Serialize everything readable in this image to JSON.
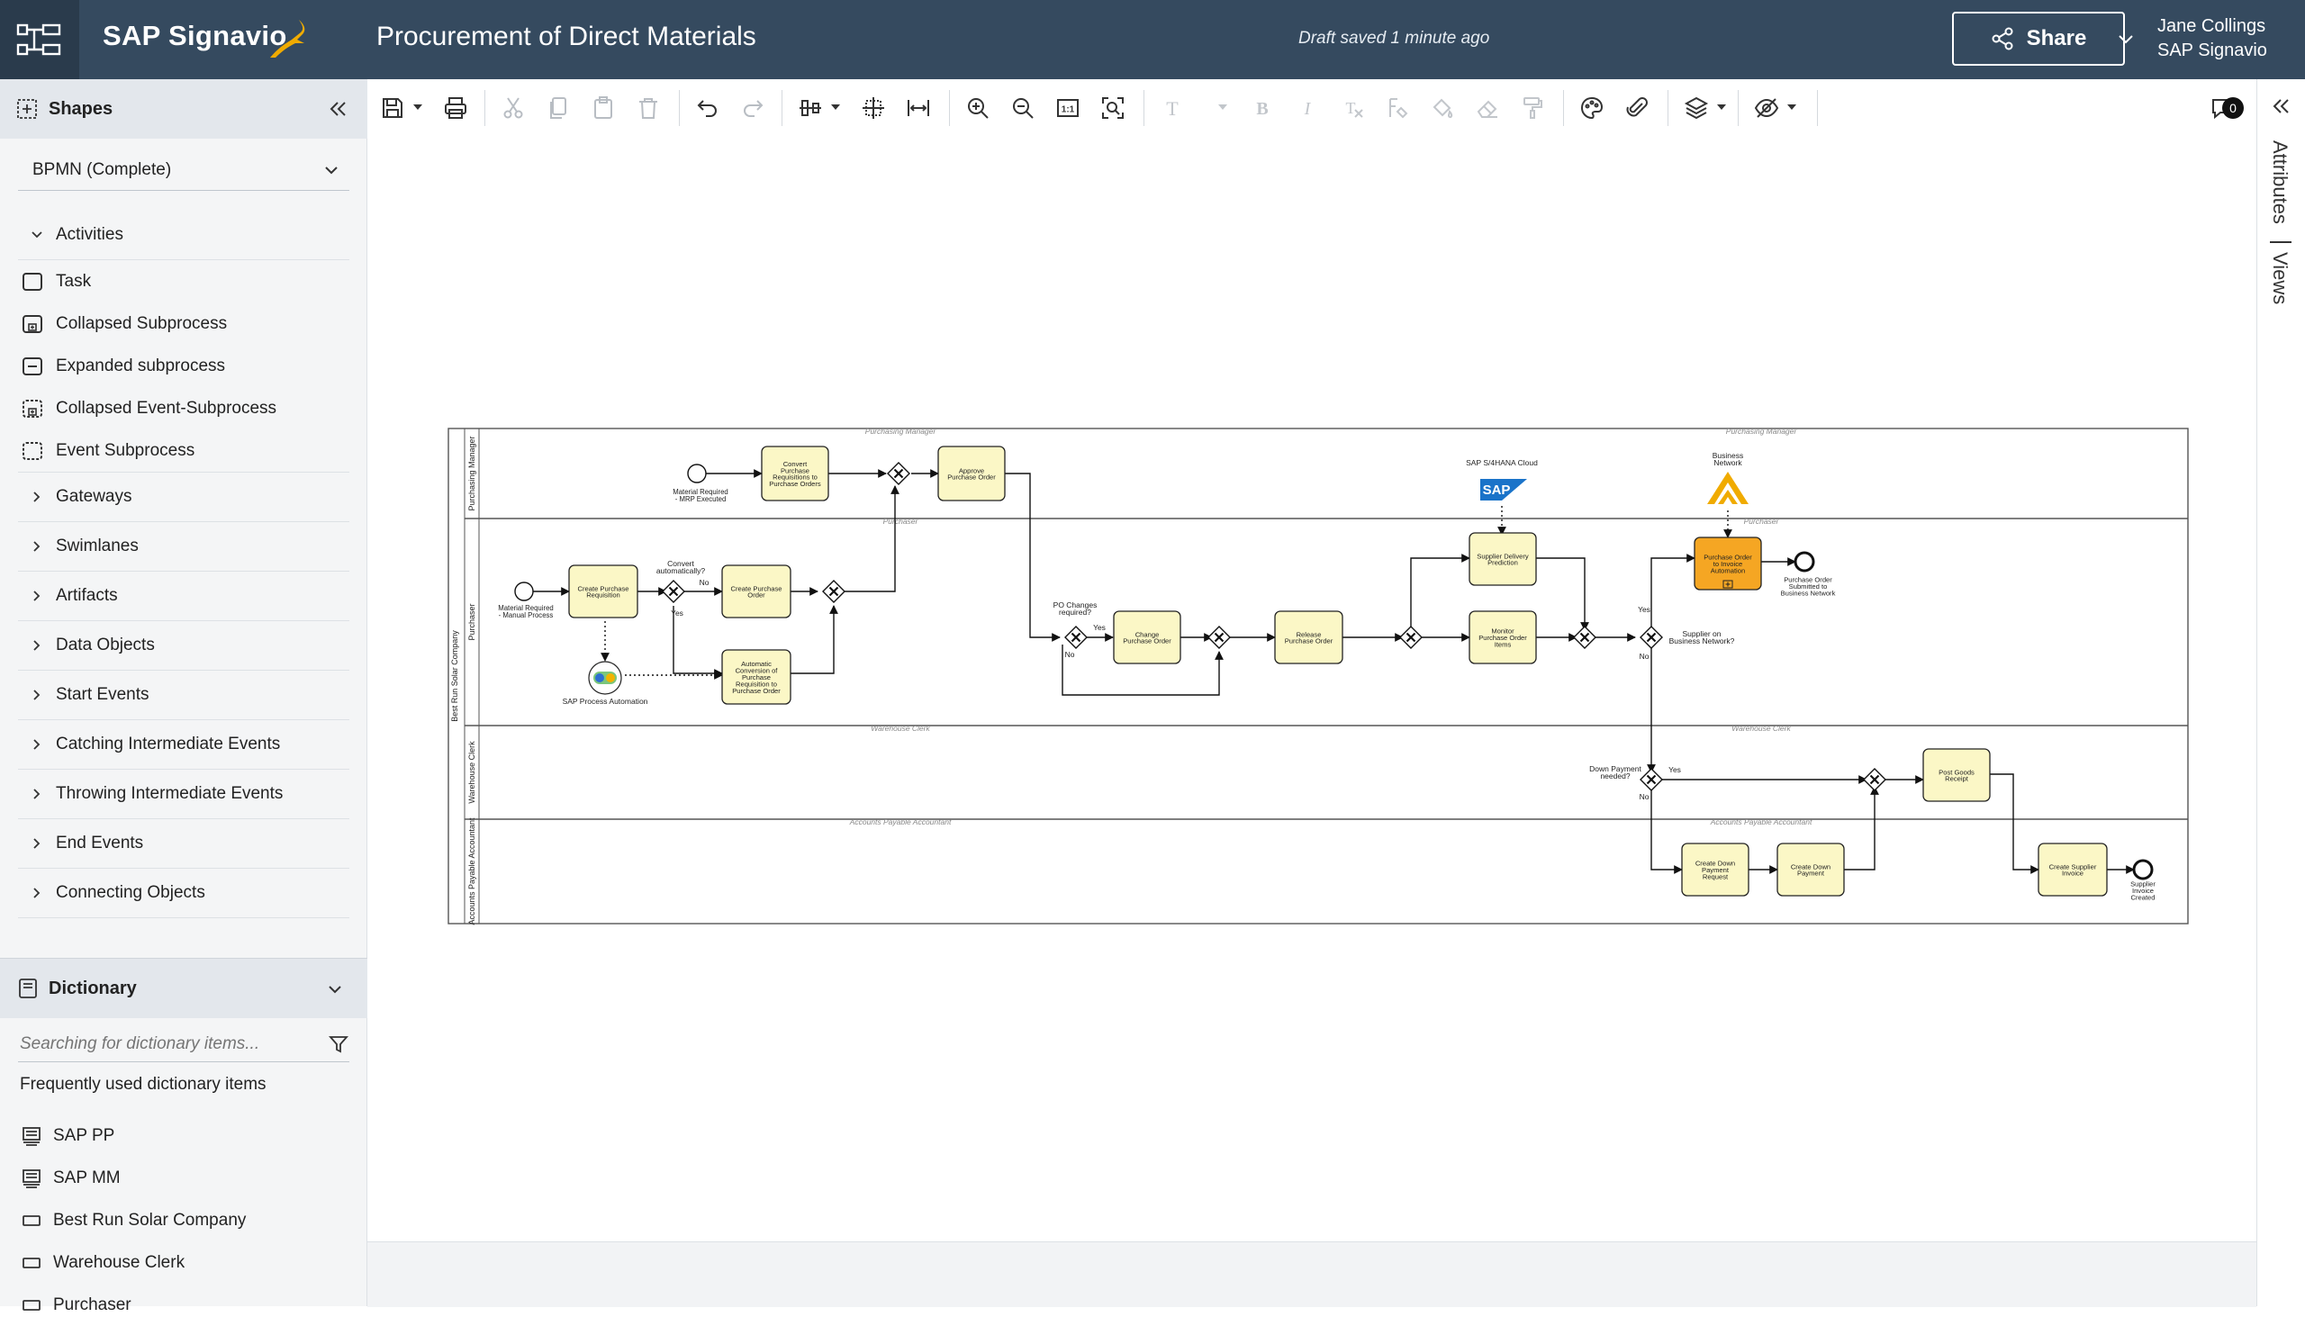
{
  "header": {
    "brand": "SAP Signavio",
    "title": "Procurement of Direct Materials",
    "draft_status": "Draft saved 1 minute ago",
    "share_label": "Share",
    "user_name": "Jane Collings",
    "user_org": "SAP Signavio",
    "bg_color": "#354a5f"
  },
  "shapes_panel": {
    "title": "Shapes",
    "notation": "BPMN (Complete)",
    "activities": {
      "label": "Activities",
      "items": [
        {
          "label": "Task",
          "icon": "task-icon"
        },
        {
          "label": "Collapsed Subprocess",
          "icon": "collapsed-subprocess-icon"
        },
        {
          "label": "Expanded subprocess",
          "icon": "expanded-subprocess-icon"
        },
        {
          "label": "Collapsed Event-Subprocess",
          "icon": "collapsed-event-subprocess-icon"
        },
        {
          "label": "Event Subprocess",
          "icon": "event-subprocess-icon"
        }
      ]
    },
    "categories": [
      "Gateways",
      "Swimlanes",
      "Artifacts",
      "Data Objects",
      "Start Events",
      "Catching Intermediate Events",
      "Throwing Intermediate Events",
      "End Events",
      "Connecting Objects"
    ]
  },
  "dictionary": {
    "title": "Dictionary",
    "search_placeholder": "Searching for dictionary items...",
    "frequent_label": "Frequently used dictionary items",
    "items": [
      {
        "label": "SAP PP",
        "icon": "system-icon"
      },
      {
        "label": "SAP MM",
        "icon": "system-icon"
      },
      {
        "label": "Best Run Solar Company",
        "icon": "org-unit-icon"
      },
      {
        "label": "Warehouse Clerk",
        "icon": "role-icon"
      },
      {
        "label": "Purchaser",
        "icon": "role-icon"
      }
    ]
  },
  "toolbar": {
    "comment_count": "0"
  },
  "right_rail": {
    "attributes_label": "Attributes",
    "views_label": "Views"
  },
  "diagram": {
    "pool": "Best Run Solar Company",
    "lanes": [
      "Purchasing Manager",
      "Purchaser",
      "Warehouse Clerk",
      "Accounts Payable Accountant"
    ],
    "lane_header_labels": {
      "pm": "Purchasing Manager",
      "purchaser": "Purchaser",
      "wh": "Warehouse Clerk",
      "ap": "Accounts Payable Accountant"
    },
    "task_color": "#fbf7c6",
    "highlight_color": "#f5a623",
    "tasks": {
      "convert": [
        "Convert",
        "Purchase",
        "Requisitions to",
        "Purchase Orders"
      ],
      "approve": [
        "Approve",
        "Purchase Order"
      ],
      "create_pr": [
        "Create Purchase",
        "Requisition"
      ],
      "create_po": [
        "Create Purchase",
        "Order"
      ],
      "auto_conv": [
        "Automatic",
        "Conversion of",
        "Purchase",
        "Requisition to",
        "Purchase Order"
      ],
      "change_po": [
        "Change",
        "Purchase Order"
      ],
      "release_po": [
        "Release",
        "Purchase Order"
      ],
      "sup_pred": [
        "Supplier Delivery",
        "Prediction"
      ],
      "monitor": [
        "Monitor",
        "Purchase Order",
        "Items"
      ],
      "po_inv": [
        "Purchase Order",
        "to Invoice",
        "Automation"
      ],
      "post_gr": [
        "Post Goods",
        "Receipt"
      ],
      "dp_req": [
        "Create Down",
        "Payment",
        "Request"
      ],
      "dp_pay": [
        "Create Down",
        "Payment"
      ],
      "sup_inv": [
        "Create Supplier",
        "Invoice"
      ]
    },
    "events": {
      "start1": [
        "Material Required",
        "- MRP Executed"
      ],
      "start2": [
        "Material Required",
        "- Manual Process"
      ],
      "end1": [
        "Purchase Order",
        "Submitted to",
        "Business Network"
      ],
      "end2": [
        "Supplier",
        "Invoice",
        "Created"
      ]
    },
    "gateways": {
      "convert_auto": [
        "Convert",
        "automatically?"
      ],
      "po_changes": [
        "PO Changes",
        "required?"
      ],
      "on_network": [
        "Supplier on",
        "Business Network?"
      ],
      "down_payment": [
        "Down Payment",
        "needed?"
      ]
    },
    "flow_labels": {
      "yes": "Yes",
      "no": "No"
    },
    "annotations": {
      "sap_pa": "SAP Process Automation",
      "s4": "SAP S/4HANA Cloud",
      "sap_logo": "SAP",
      "bn": [
        "Business",
        "Network"
      ]
    }
  }
}
